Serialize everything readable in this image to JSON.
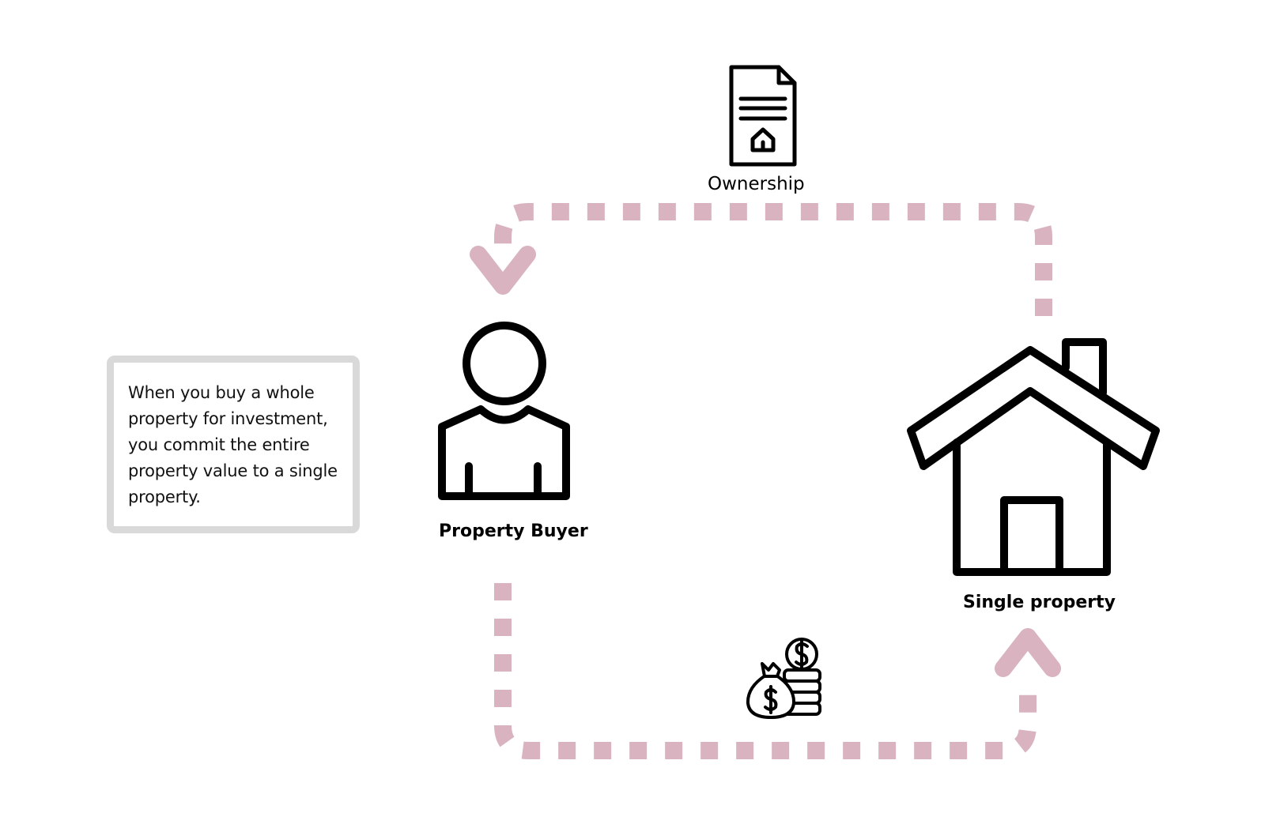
{
  "description": "When you buy a whole property for investment, you commit the entire property value to a single property.",
  "nodes": {
    "buyer": {
      "label": "Property Buyer",
      "icon": "person-icon"
    },
    "property": {
      "label": "Single property",
      "icon": "house-icon"
    },
    "ownership": {
      "label": "Ownership",
      "icon": "property-deed-document-icon"
    },
    "money": {
      "icon": "money-bag-coins-icon"
    }
  },
  "colors": {
    "flow_arrow": "#d9b3bf",
    "icon_stroke": "#000000",
    "box_border": "#d9d9d9"
  }
}
